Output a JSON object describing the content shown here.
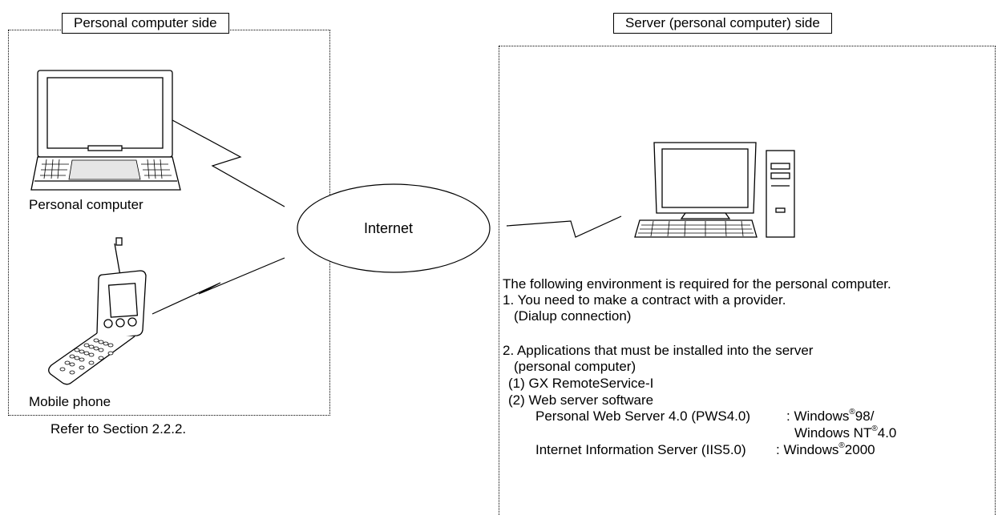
{
  "left_panel": {
    "title": "Personal computer side",
    "computer_label": "Personal computer",
    "phone_label": "Mobile phone",
    "reference": "Refer to Section 2.2.2."
  },
  "center": {
    "network_label": "Internet"
  },
  "right_panel": {
    "title": "Server (personal computer) side",
    "requirements": {
      "intro": "The following environment is required for the personal computer.",
      "item1_line1": "1. You need to make a contract with a provider.",
      "item1_line2": "(Dialup connection)",
      "item2_line1": "2. Applications that must be installed into the server",
      "item2_line2": "(personal computer)",
      "sub1": "(1) GX RemoteService-I",
      "sub2": "(2) Web server software",
      "pws_name": "Personal Web Server 4.0 (PWS4.0)",
      "pws_os_1_prefix": ": Windows",
      "pws_os_1_mark": "®",
      "pws_os_1_suffix": "98/",
      "pws_os_2_prefix": "Windows NT",
      "pws_os_2_mark": "®",
      "pws_os_2_suffix": "4.0",
      "iis_name": "Internet Information Server (IIS5.0)",
      "iis_os_prefix": ": Windows",
      "iis_os_mark": "®",
      "iis_os_suffix": "2000"
    }
  }
}
